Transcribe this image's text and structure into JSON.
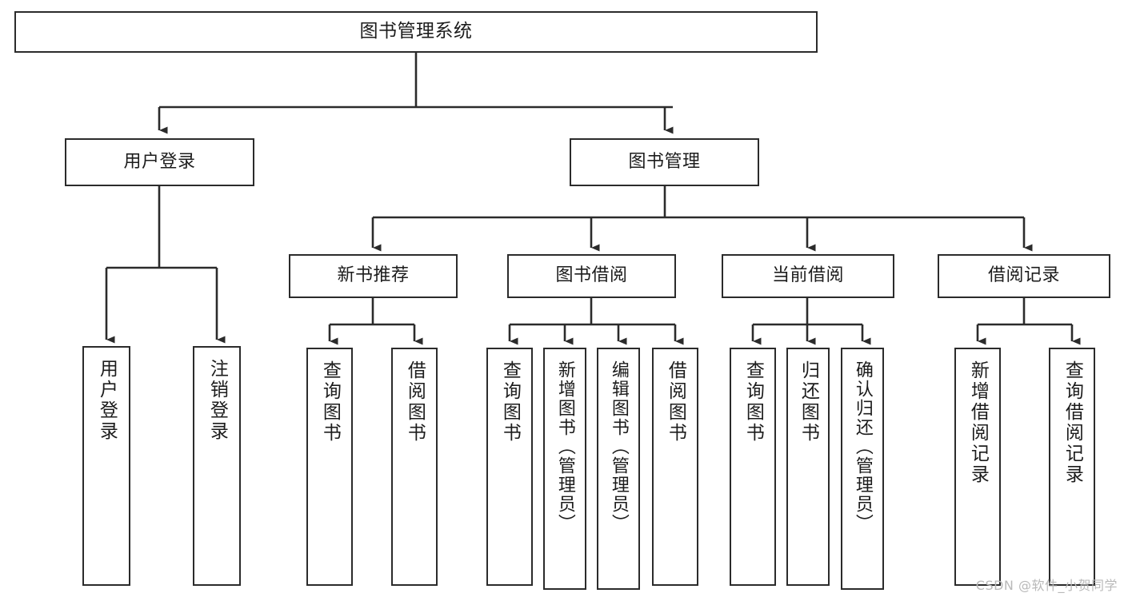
{
  "diagram": {
    "title": "图书管理系统",
    "type": "tree-hierarchy",
    "stroke_color": "#2b2b2b",
    "fill_color": "#ffffff",
    "text_color": "#1c1c1c",
    "watermark": "CSDN @软件_小贺同学"
  },
  "nodes": {
    "root": {
      "label": "图书管理系统"
    },
    "level1": [
      {
        "label": "用户登录"
      },
      {
        "label": "图书管理"
      }
    ],
    "level2": [
      {
        "label": "新书推荐"
      },
      {
        "label": "图书借阅"
      },
      {
        "label": "当前借阅"
      },
      {
        "label": "借阅记录"
      }
    ],
    "leaves": {
      "user_login": [
        {
          "label": "用户登录"
        },
        {
          "label": "注销登录"
        }
      ],
      "new_book_recommend": [
        {
          "label": "查询图书"
        },
        {
          "label": "借阅图书"
        }
      ],
      "book_borrow": [
        {
          "label": "查询图书"
        },
        {
          "label": "新增图书（管理员）"
        },
        {
          "label": "编辑图书（管理员）"
        },
        {
          "label": "借阅图书"
        }
      ],
      "current_borrow": [
        {
          "label": "查询图书"
        },
        {
          "label": "归还图书"
        },
        {
          "label": "确认归还（管理员）"
        }
      ],
      "borrow_record": [
        {
          "label": "新增借阅记录"
        },
        {
          "label": "查询借阅记录"
        }
      ]
    }
  }
}
